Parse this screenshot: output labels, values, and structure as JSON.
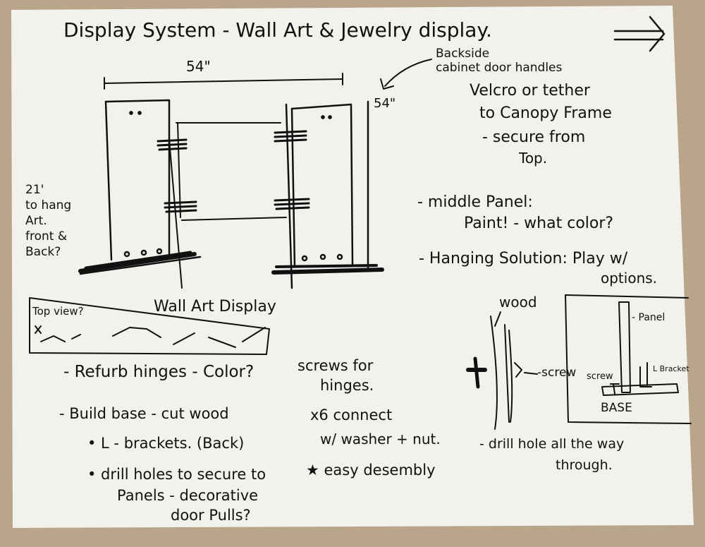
{
  "sheet": {
    "title": "Display System - Wall Art & Jewelry display.",
    "colors": {
      "ink": "#111111",
      "paper": "#f2f1ec",
      "background": "#b9a58a"
    }
  },
  "sketch": {
    "width_label": "54\"",
    "height_label": "54\"",
    "side_note_lines": [
      "21'",
      "to hang",
      "Art.",
      "front &",
      "Back?"
    ],
    "caption": "Wall Art Display",
    "top_view_label": "Top view?"
  },
  "notes_right": {
    "backside_lines": [
      "Backside",
      "cabinet door handles",
      "Velcro or tether",
      "to Canopy Frame",
      "- secure from",
      "Top."
    ],
    "middle_panel_lines": [
      "- middle Panel:",
      "Paint! - what color?"
    ],
    "hanging_lines": [
      "- Hanging Solution: Play w/",
      "options."
    ]
  },
  "notes_bottom": {
    "refurb": "- Refurb hinges - Color?",
    "build_base": "- Build base - cut wood",
    "brackets": "• L - brackets. (Back)",
    "drill_lines": [
      "• drill holes to secure to",
      "Panels - decorative",
      "door Pulls?"
    ],
    "screws_lines": [
      "screws for",
      "hinges."
    ],
    "connect_lines": [
      "x6 connect",
      "w/ washer + nut."
    ],
    "disassembly": "★ easy desembly"
  },
  "detail": {
    "wood_label": "wood",
    "screw_label": "-screw",
    "drill_lines": [
      "- drill hole all the way",
      "through."
    ],
    "panel_label": "- Panel",
    "screw_small_label": "screw",
    "bracket_label": "L Bracket",
    "base_label": "BASE"
  }
}
